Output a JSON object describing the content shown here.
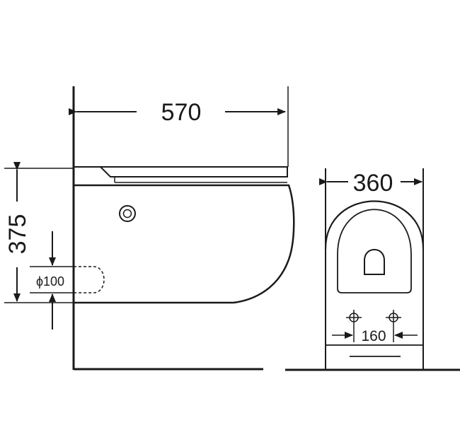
{
  "drawing": {
    "side_view": {
      "length": "570",
      "height": "375",
      "outlet": "ϕ100"
    },
    "front_view": {
      "width": "360",
      "bolt_spacing": "160"
    }
  }
}
